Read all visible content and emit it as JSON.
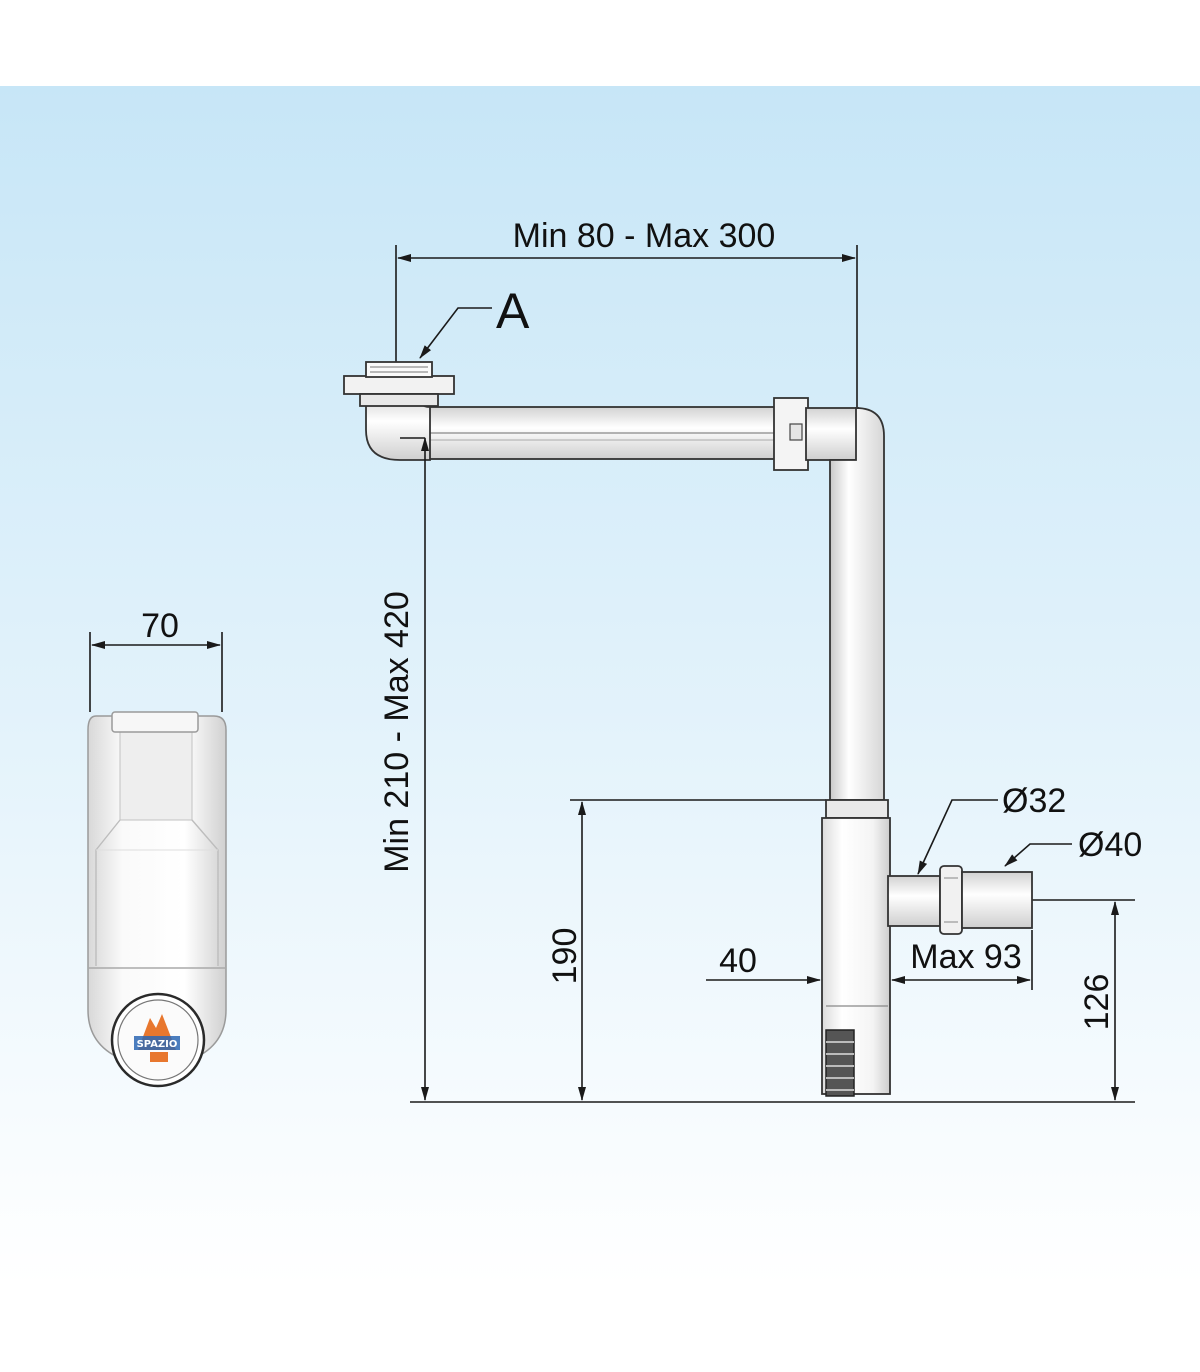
{
  "labels": {
    "width_range": "Min 80 - Max 300",
    "callout_a": "A",
    "height_range": "Min 210 - Max 420",
    "width_side": "70",
    "dia_32": "Ø32",
    "dia_40": "Ø40",
    "height_190": "190",
    "offset_40": "40",
    "max_93": "Max 93",
    "height_126": "126"
  },
  "logo": {
    "text": "SPAZIO"
  },
  "colors": {
    "background_top": "#c7e6f7",
    "background_bottom": "#ffffff",
    "line": "#1a1a1a",
    "logo_orange": "#e8772e",
    "logo_blue": "#2b66b3"
  }
}
